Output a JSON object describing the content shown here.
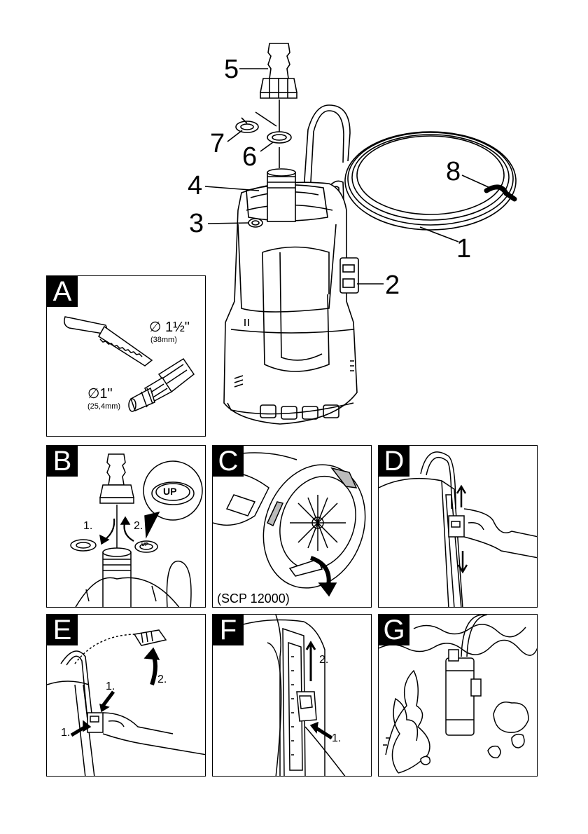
{
  "callouts": {
    "c1": "1",
    "c2": "2",
    "c3": "3",
    "c4": "4",
    "c5": "5",
    "c6": "6",
    "c7": "7",
    "c8": "8"
  },
  "panels": {
    "A": {
      "letter": "A",
      "dia_large": "∅ 1½\"",
      "dia_large_mm": "(38mm)",
      "dia_small": "∅1\"",
      "dia_small_mm": "(25,4mm)"
    },
    "B": {
      "letter": "B",
      "step1": "1.",
      "step2": "2.",
      "ring_text": "UP",
      "ring_text_small": "UP"
    },
    "C": {
      "letter": "C",
      "model": "(SCP 12000)"
    },
    "D": {
      "letter": "D"
    },
    "E": {
      "letter": "E",
      "step1a": "1.",
      "step1b": "1.",
      "step2": "2."
    },
    "F": {
      "letter": "F",
      "step1": "1.",
      "step2": "2."
    },
    "G": {
      "letter": "G"
    }
  }
}
